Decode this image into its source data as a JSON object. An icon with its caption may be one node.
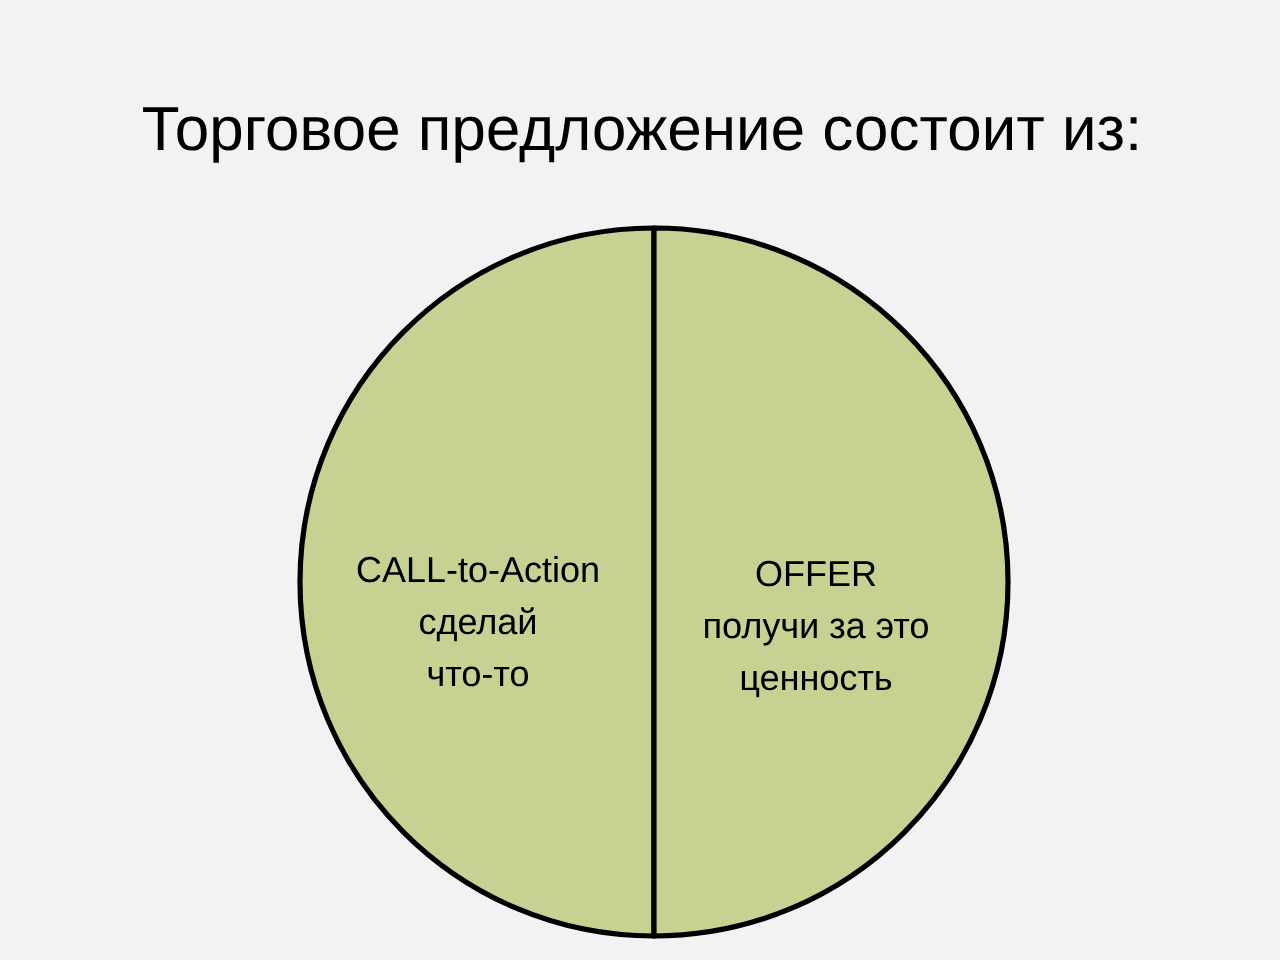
{
  "diagram": {
    "title": "Торговое предложение состоит из:",
    "nodes": [
      {
        "text": [
          "CALL-to-Action",
          "сделай что-то"
        ]
      },
      {
        "text": [
          "OFFER",
          "получи за это ценность"
        ]
      }
    ]
  }
}
